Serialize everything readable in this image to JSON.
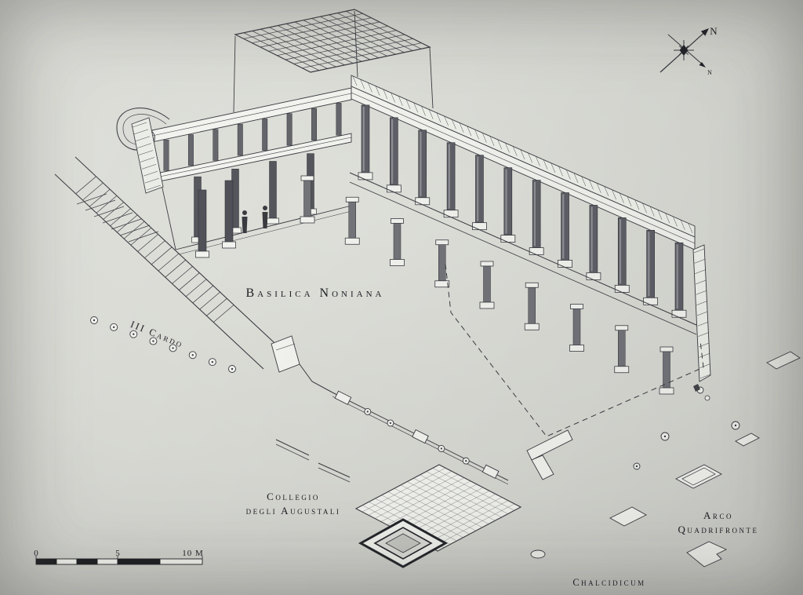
{
  "drawing": {
    "labels": {
      "basilica": "Basilica Noniana",
      "cardo": "III Cardo",
      "collegio_line1": "Collegio",
      "collegio_line2": "degli Augustali",
      "arco_line1": "Arco",
      "arco_line2": "Quadrifronte",
      "chalcidicum": "Chalcidicum"
    },
    "compass": {
      "primary": "N",
      "secondary": "n"
    },
    "scale_bar": {
      "start": "0",
      "mid": "5",
      "end": "10 M"
    },
    "colors": {
      "paper": "#d7d8d2",
      "ink": "#3a3b41",
      "column_dark": "#5f6067",
      "fill_light": "#f2f3ee"
    }
  }
}
